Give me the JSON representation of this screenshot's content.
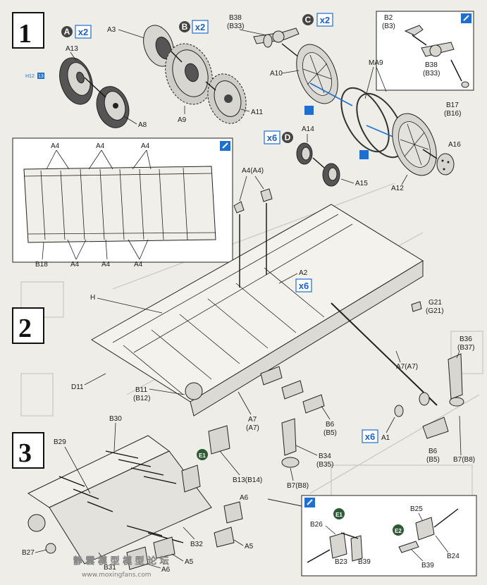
{
  "steps": {
    "s1": "1",
    "s2": "2",
    "s3": "3"
  },
  "subassemblies": {
    "A": {
      "letter": "A",
      "qty": "x2"
    },
    "B": {
      "letter": "B",
      "qty": "x2"
    },
    "C": {
      "letter": "C",
      "qty": "x2"
    },
    "D": {
      "letter": "D",
      "qty": "x6"
    },
    "E1a": {
      "label": "E1"
    },
    "E1b": {
      "label": "E1"
    },
    "E2": {
      "label": "E2"
    }
  },
  "quantities": {
    "a2": "x6",
    "a1": "x6"
  },
  "labels": {
    "a3": "A3",
    "a13": "A13",
    "h12": "H12",
    "h13": "13",
    "a8": "A8",
    "a9": "A9",
    "a11": "A11",
    "b38a": "B38",
    "b33a": "(B33)",
    "b2": "B2",
    "b3": "(B3)",
    "b38b": "B38",
    "b33b": "(B33)",
    "b17": "B17",
    "b16": "(B16)",
    "ma9": "MA9",
    "a10": "A10",
    "a14": "A14",
    "a15": "A15",
    "a16": "A16",
    "a12": "A12",
    "inset_a4_t1": "A4",
    "inset_a4_t2": "A4",
    "inset_a4_t3": "A4",
    "inset_a4_b1": "A4",
    "inset_a4_b2": "A4",
    "inset_a4_b3": "A4",
    "b18": "B18",
    "a4a4": "A4(A4)",
    "a2": "A2",
    "h": "H",
    "g21": "G21",
    "g21b": "(G21)",
    "b36": "B36",
    "b37": "(B37)",
    "a7a7a": "A7(A7)",
    "a7": "A7",
    "a7b": "(A7)",
    "d11": "D11",
    "b11": "B11",
    "b12": "(B12)",
    "b6a": "B6",
    "b5a": "(B5)",
    "a1": "A1",
    "b6b": "B6",
    "b5b": "(B5)",
    "b7b8a": "B7(B8)",
    "b34": "B34",
    "b35": "(B35)",
    "b7b8b": "B7(B8)",
    "b30": "B30",
    "b29": "B29",
    "b13b14": "B13(B14)",
    "a6a": "A6",
    "a5a": "A5",
    "b32": "B32",
    "a5b": "A5",
    "a6b": "A6",
    "b27": "B27",
    "b31": "B31",
    "b26": "B26",
    "b23": "B23",
    "b39a": "B39",
    "b25": "B25",
    "b24": "B24",
    "b39b": "B39"
  },
  "watermark": {
    "title": "静 雲 模 型 模 型 论 坛",
    "url": "www.moxingfans.com"
  },
  "colors": {
    "paper": "#efede8",
    "ink": "#222222",
    "callout_blue": "#1f6fd0",
    "dark_badge": "#444444"
  }
}
